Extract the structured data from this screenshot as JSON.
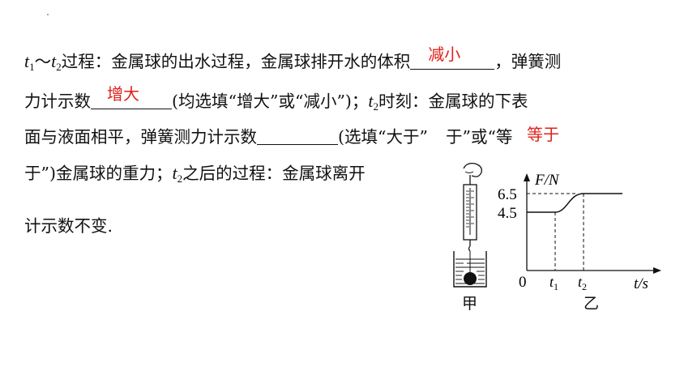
{
  "line1": {
    "t1": "t",
    "sub1": "1",
    "tilde": "～",
    "t2": "t",
    "sub2": "2",
    "text_a": "过程：金属球的出水过程，金属球排开水的体积",
    "answer": "减小",
    "text_b": "，弹簧测"
  },
  "line2": {
    "text_a": "力计示数",
    "answer": "增大",
    "text_b": "(均选填“增大”或“减小”)；",
    "t": "t",
    "sub": "2",
    "text_c": "时刻：金属球的下表"
  },
  "line3": {
    "text_a": "面与液面相平，弹簧测力计示数",
    "text_b": "(选填“大于”",
    "overlay_answer": "等于",
    "text_c": "于”或“等"
  },
  "line4": {
    "text_a": "于”)金属球的重力；",
    "t": "t",
    "sub": "2",
    "text_b": "之后的过程：金属球离开"
  },
  "line5": {
    "text": "计示数不变."
  },
  "figure_jia": {
    "caption": "甲"
  },
  "figure_yi": {
    "caption": "乙",
    "y_axis_label": "F/N",
    "x_axis_label": "t/s",
    "origin": "0",
    "y_ticks": [
      "6.5",
      "4.5"
    ],
    "x_ticks": [
      {
        "t": "t",
        "sub": "1"
      },
      {
        "t": "t",
        "sub": "2"
      }
    ]
  },
  "chart_data": {
    "type": "line",
    "xlabel": "t/s",
    "ylabel": "F/N",
    "series": [
      {
        "points": [
          [
            0,
            4.5
          ],
          [
            1,
            4.5
          ],
          [
            2,
            6.5
          ],
          [
            3,
            6.5
          ]
        ]
      }
    ],
    "y_ticks": [
      4.5,
      6.5
    ],
    "x_tick_labels": [
      "t1",
      "t2"
    ]
  }
}
